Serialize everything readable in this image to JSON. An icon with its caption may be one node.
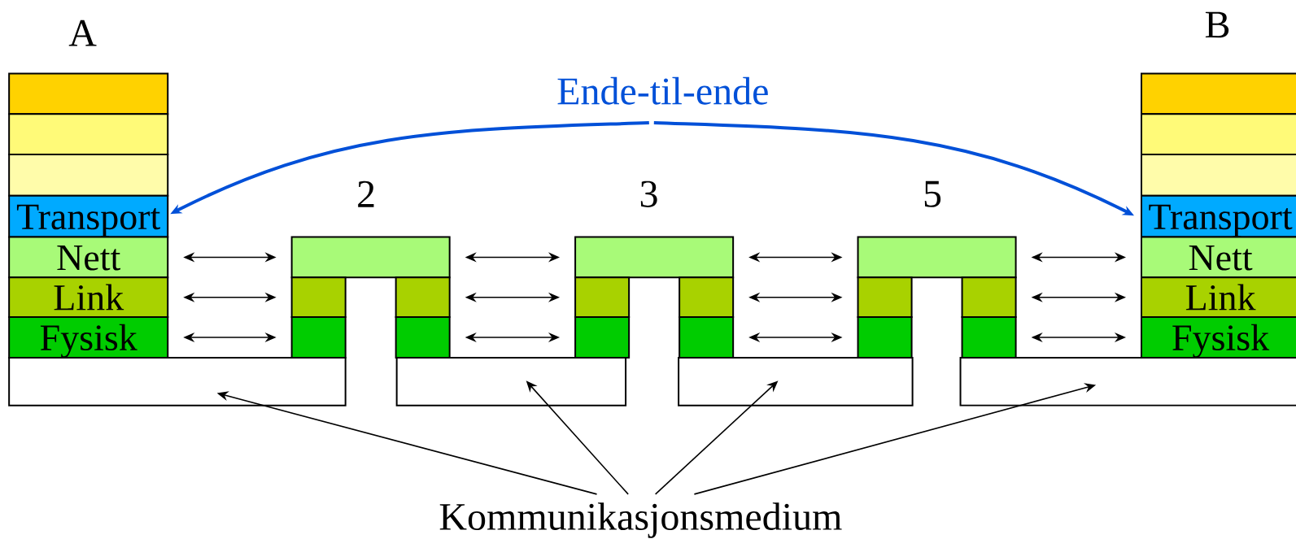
{
  "diagram": {
    "nodes": [
      {
        "text": [],
        "shape": "box"
      },
      {
        "text": [],
        "shape": "box"
      },
      {
        "text": [],
        "shape": "box"
      },
      {
        "text": [
          "Transport"
        ]
      },
      {
        "text": [
          "Nett"
        ]
      },
      {
        "text": [
          "Link"
        ]
      },
      {
        "text": [
          "Fysisk"
        ]
      },
      {
        "text": [],
        "shape": "box"
      },
      {
        "text": [],
        "shape": "box"
      },
      {
        "text": [],
        "shape": "box"
      },
      {
        "text": [],
        "shape": "box"
      },
      {
        "text": [],
        "shape": "box"
      },
      {
        "text": [],
        "shape": "box"
      },
      {
        "text": [],
        "shape": "box"
      },
      {
        "text": [],
        "shape": "box"
      },
      {
        "text": [],
        "shape": "box"
      },
      {
        "text": [],
        "shape": "box"
      },
      {
        "text": [],
        "shape": "box"
      },
      {
        "text": [],
        "shape": "box"
      },
      {
        "text": [],
        "shape": "box"
      },
      {
        "text": [],
        "shape": "box"
      },
      {
        "text": [],
        "shape": "box"
      },
      {
        "text": [],
        "shape": "box"
      },
      {
        "text": [],
        "shape": "box"
      },
      {
        "text": [],
        "shape": "box"
      },
      {
        "text": [
          "Transport"
        ]
      },
      {
        "text": [
          "Nett"
        ]
      },
      {
        "text": [
          "Link"
        ]
      },
      {
        "text": [
          "Fysisk"
        ]
      },
      {
        "text": [],
        "shape": "box"
      },
      {
        "text": [],
        "shape": "box"
      },
      {
        "text": [],
        "shape": "box"
      },
      {
        "text": [],
        "shape": "box"
      },
      {
        "text": [
          "Ende-til-ende"
        ]
      },
      {
        "text": [
          "Kommunikasjonsmedium"
        ]
      }
    ],
    "edges": [
      {
        "from": 33,
        "to": 3,
        "arrow": "to",
        "style": "thick",
        "color": "#0050d8"
      },
      {
        "from": 33,
        "to": 25,
        "arrow": "to",
        "style": "thick",
        "color": "#0050d8"
      },
      {
        "from": 4,
        "to": 7,
        "arrow": "both"
      },
      {
        "from": 5,
        "to": 8,
        "arrow": "both"
      },
      {
        "from": 6,
        "to": 9,
        "arrow": "both"
      },
      {
        "from": 7,
        "to": 12,
        "arrow": "both"
      },
      {
        "from": 10,
        "to": 13,
        "arrow": "both"
      },
      {
        "from": 11,
        "to": 14,
        "arrow": "both"
      },
      {
        "from": 12,
        "to": 17,
        "arrow": "both"
      },
      {
        "from": 15,
        "to": 18,
        "arrow": "both"
      },
      {
        "from": 16,
        "to": 19,
        "arrow": "both"
      },
      {
        "from": 17,
        "to": 26,
        "arrow": "both"
      },
      {
        "from": 20,
        "to": 27,
        "arrow": "both"
      },
      {
        "from": 21,
        "to": 28,
        "arrow": "both"
      },
      {
        "from": 34,
        "to": 29,
        "arrow": "to"
      },
      {
        "from": 34,
        "to": 30,
        "arrow": "to"
      },
      {
        "from": 34,
        "to": 31,
        "arrow": "to"
      },
      {
        "from": 34,
        "to": 32,
        "arrow": "to"
      }
    ],
    "labels": [
      "A",
      "B",
      "2",
      "3",
      "5"
    ]
  }
}
